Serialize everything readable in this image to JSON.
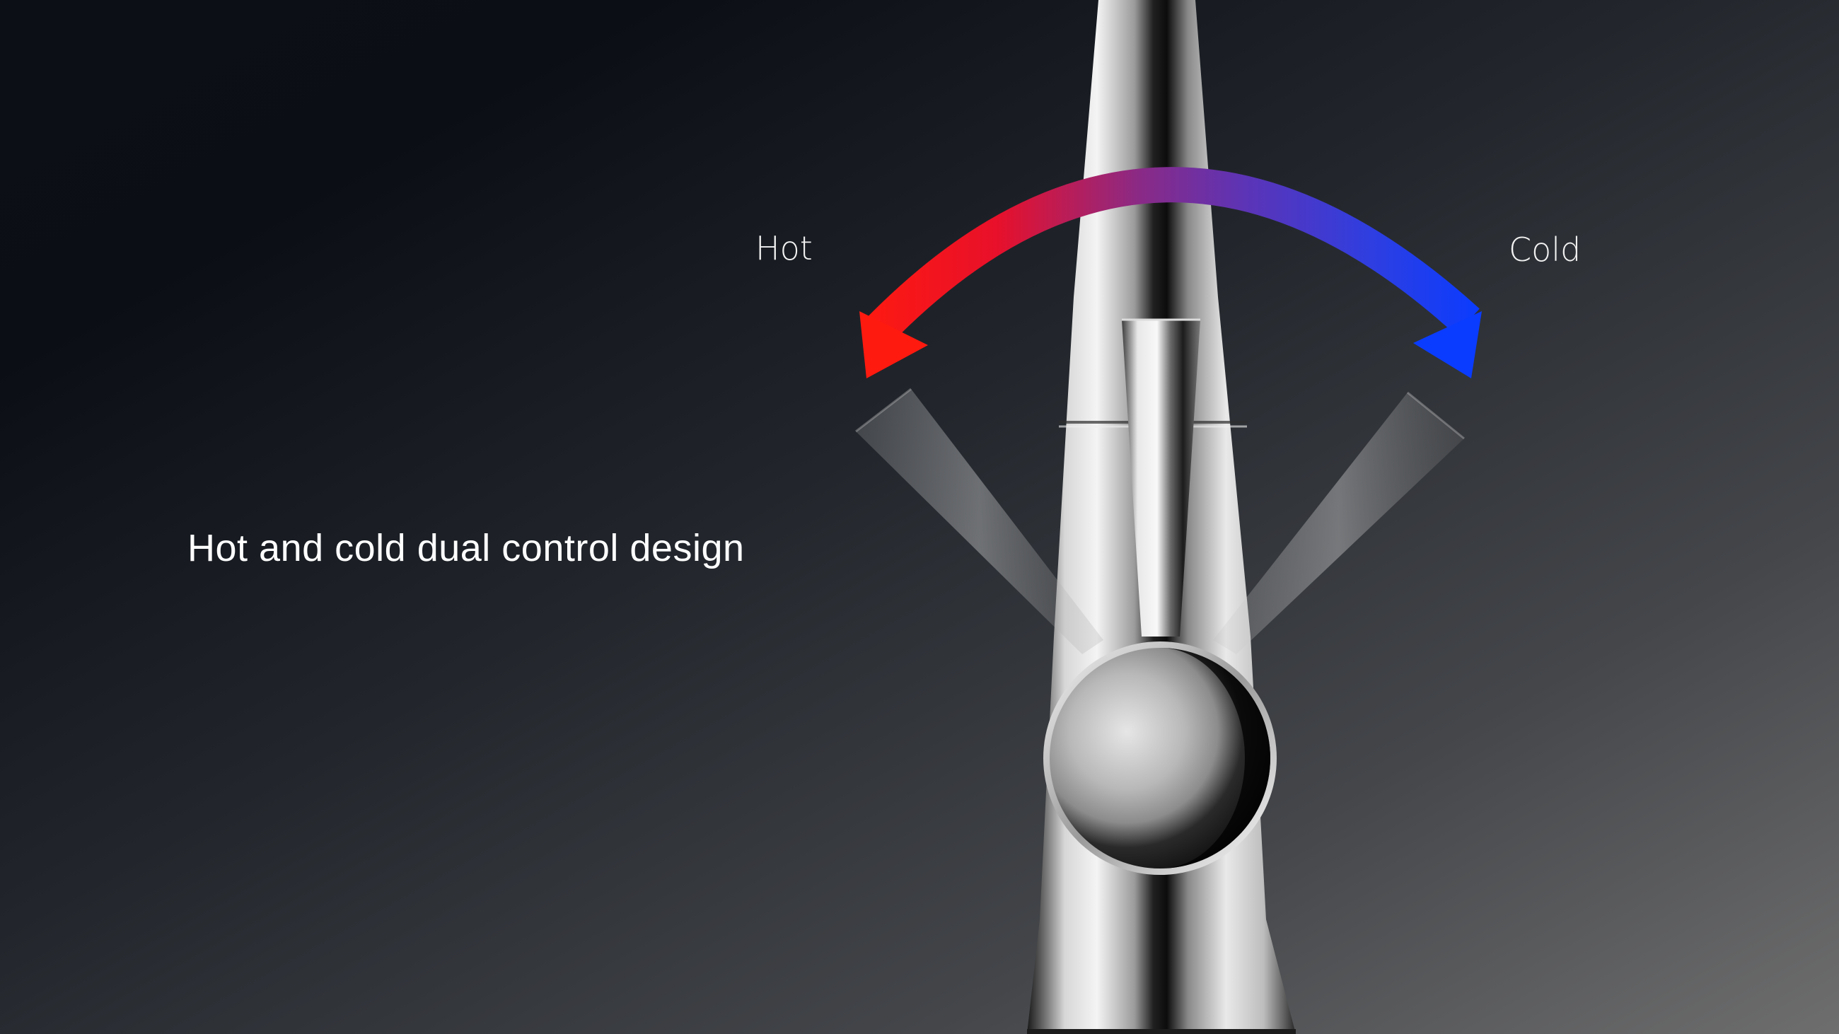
{
  "headline": "Hot and cold dual control design",
  "labels": {
    "hot": "Hot",
    "cold": "Cold"
  },
  "colors": {
    "background_dark": "#0c1016",
    "background_light": "#6c6c6c",
    "hot": "#ff1a10",
    "mid": "#8a2a86",
    "cold": "#0a3cff",
    "text": "#ffffff"
  },
  "icons": {
    "arrow": "hot-cold-arc-arrow-icon"
  }
}
